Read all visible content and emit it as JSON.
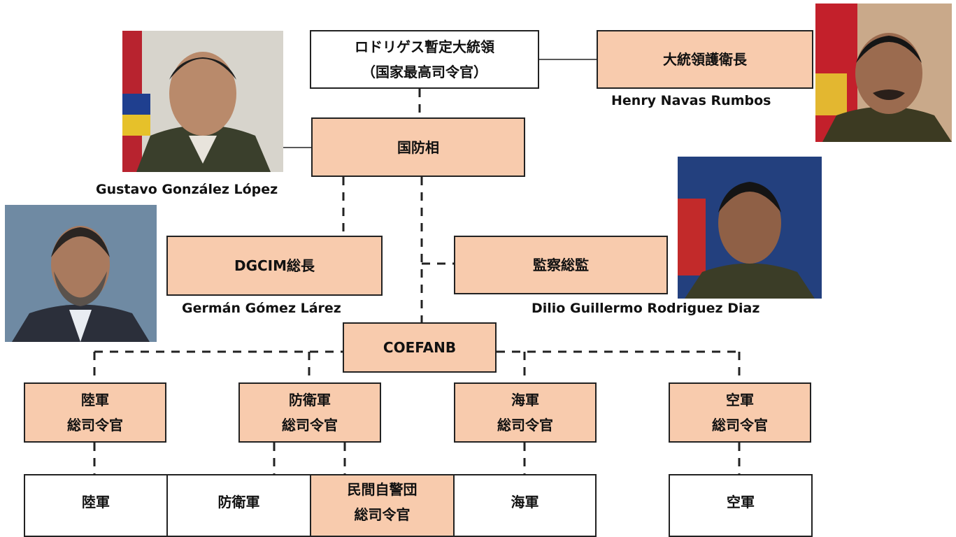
{
  "colors": {
    "accent_box": "#f8cbad",
    "line": "#222222"
  },
  "president": {
    "line1": "ロドリゲス暫定大統領",
    "line2": "（国家最高司令官）"
  },
  "guard": {
    "title": "大統領護衛長",
    "name": "Henry Navas Rumbos"
  },
  "defense": {
    "title": "国防相",
    "name": "Gustavo González López"
  },
  "dgcim": {
    "title": "DGCIM総長",
    "name": "Germán Gómez Lárez"
  },
  "inspector": {
    "title": "監察総監",
    "name": "Dilio Guillermo Rodriguez Diaz"
  },
  "coefanb": {
    "title": "COEFANB"
  },
  "commanders": [
    {
      "line1": "陸軍",
      "line2": "総司令官"
    },
    {
      "line1": "防衛軍",
      "line2": "総司令官"
    },
    {
      "line1": "海軍",
      "line2": "総司令官"
    },
    {
      "line1": "空軍",
      "line2": "総司令官"
    }
  ],
  "bottom": {
    "army": "陸軍",
    "defense_force": "防衛軍",
    "militia": {
      "line1": "民間自警団",
      "line2": "総司令官"
    },
    "navy": "海軍",
    "air_force": "空軍"
  }
}
